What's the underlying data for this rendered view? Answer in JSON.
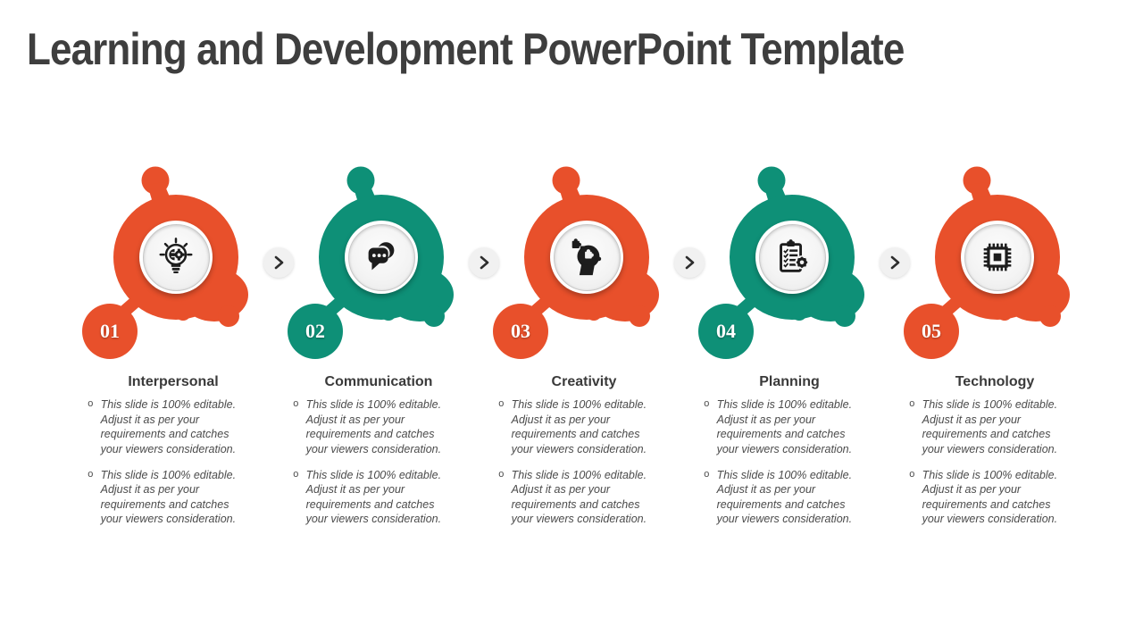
{
  "slide": {
    "title": "Learning and Development PowerPoint Template"
  },
  "colors": {
    "orange": "#E8502B",
    "teal": "#0E9077",
    "title_text": "#3E3E3E",
    "heading_text": "#3A3A3A",
    "body_text": "#4B4B4B",
    "icon_black": "#1D1D1D",
    "chevron_bg": "#F1F1F1",
    "number_text": "#FFFFFF"
  },
  "connector_icon": "chevron-right-icon",
  "items": [
    {
      "number": "01",
      "title": "Interpersonal",
      "accent": "#E8502B",
      "icon": "lightbulb-gear-icon",
      "bullets": [
        "This slide is 100% editable. Adjust it as per your requirements and catches your viewers consideration.",
        "This slide is 100% editable. Adjust it as per your requirements and catches your viewers consideration."
      ]
    },
    {
      "number": "02",
      "title": "Communication",
      "accent": "#0E9077",
      "icon": "chat-bubbles-icon",
      "bullets": [
        "This slide is 100% editable. Adjust it as per your requirements and catches your viewers consideration.",
        "This slide is 100% editable. Adjust it as per your requirements and catches your viewers consideration."
      ]
    },
    {
      "number": "03",
      "title": "Creativity",
      "accent": "#E8502B",
      "icon": "head-puzzle-icon",
      "bullets": [
        "This slide is 100% editable. Adjust it as per your requirements and catches your viewers consideration.",
        "This slide is 100% editable. Adjust it as per your requirements and catches your viewers consideration."
      ]
    },
    {
      "number": "04",
      "title": "Planning",
      "accent": "#0E9077",
      "icon": "clipboard-checklist-gear-icon",
      "bullets": [
        "This slide is 100% editable. Adjust it as per your requirements and catches your viewers consideration.",
        "This slide is 100% editable. Adjust it as per your requirements and catches your viewers consideration."
      ]
    },
    {
      "number": "05",
      "title": "Technology",
      "accent": "#E8502B",
      "icon": "microchip-icon",
      "bullets": [
        "This slide is 100% editable. Adjust it as per your requirements and catches your viewers consideration.",
        "This slide is 100% editable. Adjust it as per your requirements and catches your viewers consideration."
      ]
    }
  ]
}
